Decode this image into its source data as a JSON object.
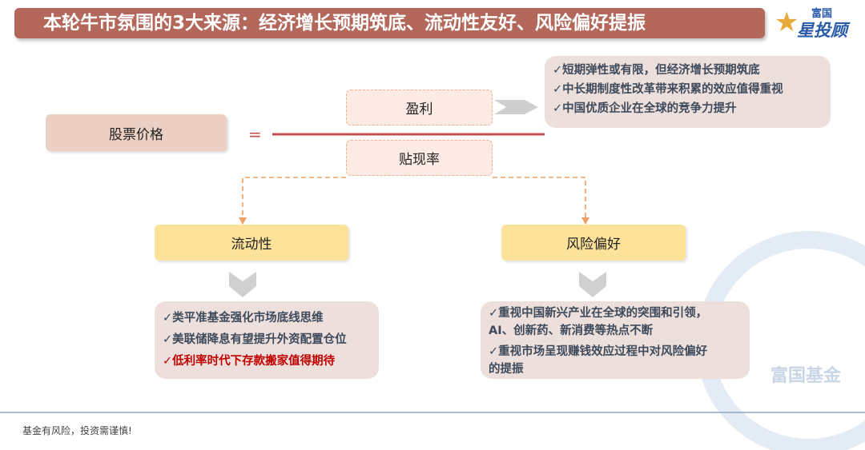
{
  "title": "本轮牛市氛围的3大来源：经济增长预期筑底、流动性友好、风险偏好提振",
  "logo": {
    "line1": "富国",
    "line2": "星投顾"
  },
  "equation": {
    "lhs": "股票价格",
    "equals": "=",
    "numerator": "盈利",
    "denominator": "贴现率"
  },
  "earnings_points": [
    "✓短期弹性或有限，但经济增长预期筑底",
    "✓中长期制度性改革带来积累的效应值得重视",
    "✓中国优质企业在全球的竞争力提升"
  ],
  "liquidity": {
    "label": "流动性",
    "points": [
      "✓类平准基金强化市场底线思维",
      "✓美联储降息有望提升外资配置仓位",
      "✓低利率时代下存款搬家值得期待"
    ]
  },
  "risk": {
    "label": "风险偏好",
    "points": [
      "✓重视中国新兴产业在全球的突围和引领，",
      "AI、创新药、新消费等热点不断",
      "✓重视市场呈现赚钱效应过程中对风险偏好",
      "的提振"
    ]
  },
  "watermark": "富国基金",
  "footer": "基金有风险，投资需谨慎!"
}
